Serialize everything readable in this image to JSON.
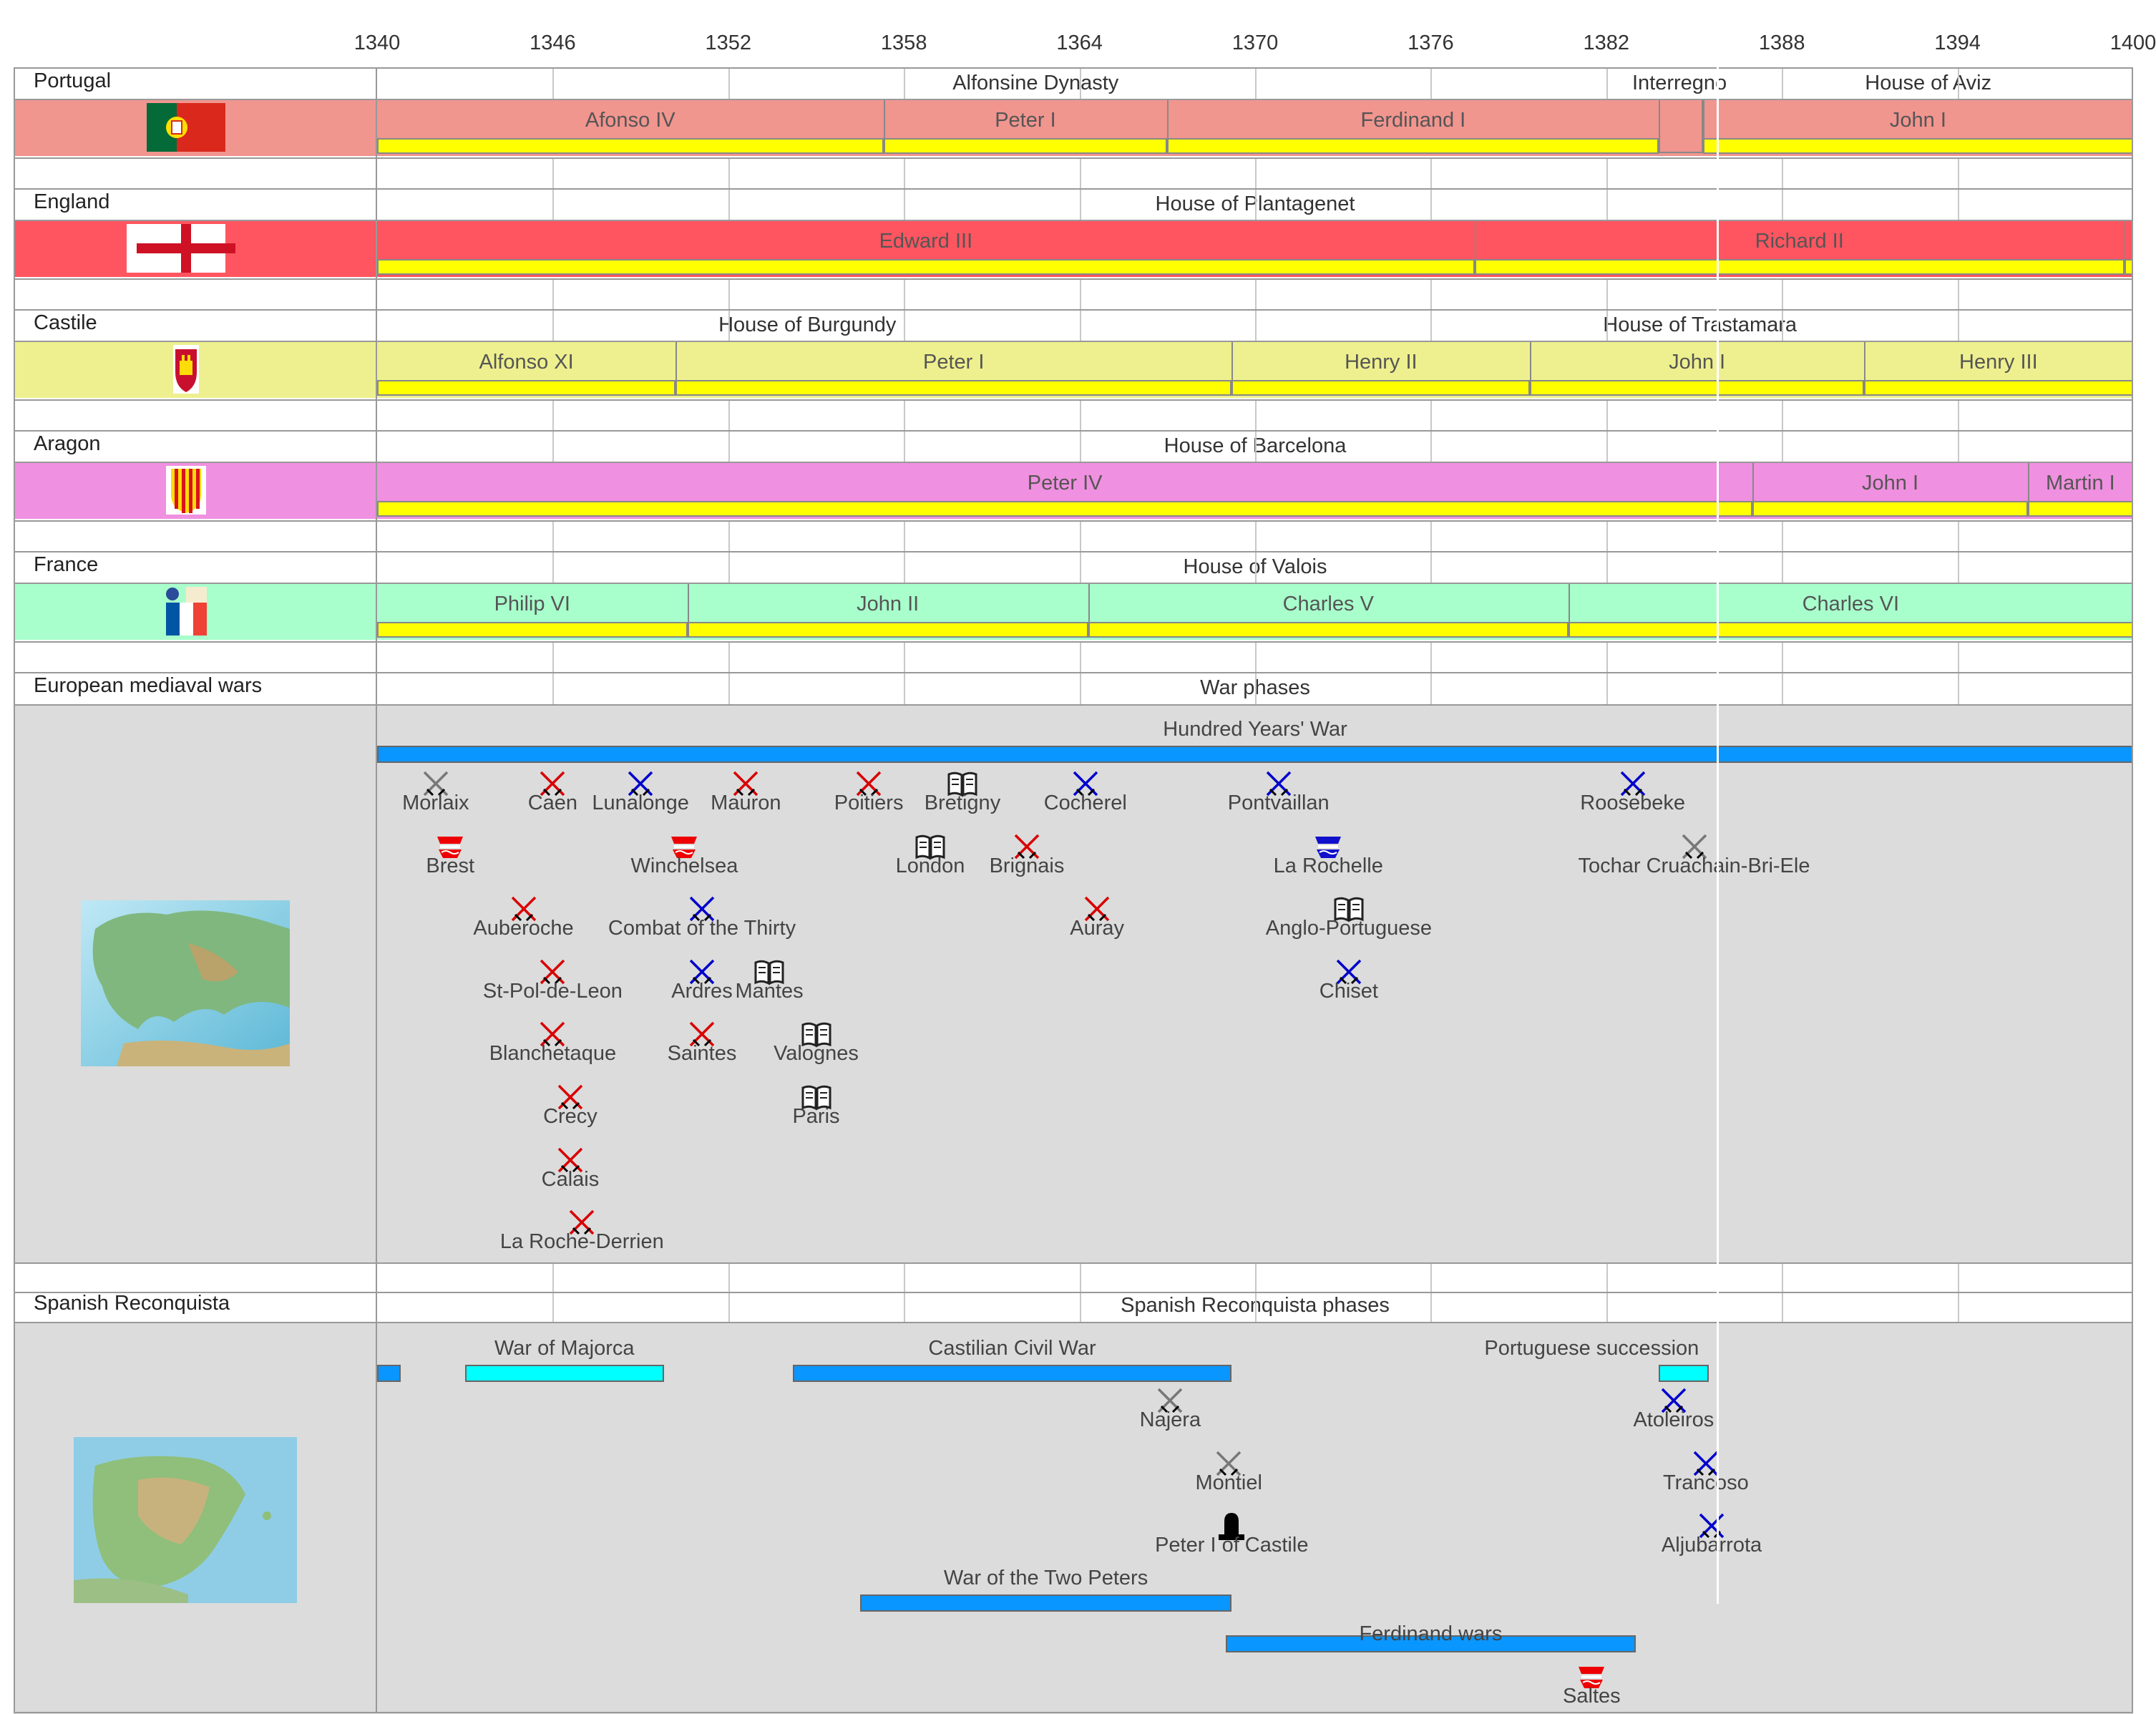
{
  "axis": {
    "ticks": [
      "1340",
      "1346",
      "1352",
      "1358",
      "1364",
      "1370",
      "1376",
      "1382",
      "1388",
      "1394",
      "1400"
    ],
    "start": 1340,
    "end": 1400
  },
  "colors": {
    "portugal": "#f1958f",
    "england": "#ff5560",
    "castile": "#eef08f",
    "aragon": "#f090e0",
    "france": "#a8ffcc",
    "wars_bg": "#dcdcdc",
    "bar_blue": "#0a96ff",
    "bar_cyan": "#00ffff",
    "reign_bar": "#ffff00"
  },
  "countries": [
    {
      "name": "Portugal",
      "flag": "portugal-flag-icon",
      "dynasties": [
        {
          "label": "Alfonsine Dynasty",
          "center": 1362.5
        },
        {
          "label": "Interregno",
          "center": 1384.5
        },
        {
          "label": "House of Aviz",
          "center": 1393
        }
      ],
      "reigns": [
        {
          "label": "Afonso IV",
          "start": 1340,
          "end": 1357.3
        },
        {
          "label": "Peter I",
          "start": 1357.3,
          "end": 1367
        },
        {
          "label": "Ferdinand I",
          "start": 1367,
          "end": 1383.8
        },
        {
          "label": "",
          "start": 1383.8,
          "end": 1385.3
        },
        {
          "label": "John I",
          "start": 1385.3,
          "end": 1400
        }
      ]
    },
    {
      "name": "England",
      "flag": "england-flag-icon",
      "dynasties": [
        {
          "label": "House of Plantagenet",
          "center": 1370
        }
      ],
      "reigns": [
        {
          "label": "Edward III",
          "start": 1340,
          "end": 1377.5
        },
        {
          "label": "Richard II",
          "start": 1377.5,
          "end": 1399.7
        },
        {
          "label": "",
          "start": 1399.7,
          "end": 1400
        }
      ]
    },
    {
      "name": "Castile",
      "flag": "castile-coat-of-arms-icon",
      "dynasties": [
        {
          "label": "House of Burgundy",
          "center": 1354.7
        },
        {
          "label": "House of Trastamara",
          "center": 1385.2
        }
      ],
      "reigns": [
        {
          "label": "Alfonso XI",
          "start": 1340,
          "end": 1350.2
        },
        {
          "label": "Peter I",
          "start": 1350.2,
          "end": 1369.2
        },
        {
          "label": "Henry II",
          "start": 1369.2,
          "end": 1379.4
        },
        {
          "label": "John I",
          "start": 1379.4,
          "end": 1390.8
        },
        {
          "label": "Henry III",
          "start": 1390.8,
          "end": 1400
        }
      ]
    },
    {
      "name": "Aragon",
      "flag": "aragon-coat-of-arms-icon",
      "dynasties": [
        {
          "label": "House of Barcelona",
          "center": 1370
        }
      ],
      "reigns": [
        {
          "label": "Peter IV",
          "start": 1340,
          "end": 1387
        },
        {
          "label": "John I",
          "start": 1387,
          "end": 1396.4
        },
        {
          "label": "Martin I",
          "start": 1396.4,
          "end": 1400
        }
      ]
    },
    {
      "name": "France",
      "flag": "france-flag-icon",
      "dynasties": [
        {
          "label": "House of Valois",
          "center": 1370
        }
      ],
      "reigns": [
        {
          "label": "Philip VI",
          "start": 1340,
          "end": 1350.6
        },
        {
          "label": "John II",
          "start": 1350.6,
          "end": 1364.3
        },
        {
          "label": "Charles V",
          "start": 1364.3,
          "end": 1380.7
        },
        {
          "label": "Charles VI",
          "start": 1380.7,
          "end": 1400
        }
      ]
    }
  ],
  "wars": {
    "row_label": "European mediaval wars",
    "phase_label": "War phases",
    "map_icon": "europe-map-icon",
    "bar": {
      "label": "Hundred Years' War",
      "start": 1340,
      "end": 1400
    },
    "events": [
      {
        "label": "Morlaix",
        "year": 1342,
        "icon": "gray-crossed-swords-icon",
        "row": 0
      },
      {
        "label": "Caen",
        "year": 1346,
        "icon": "red-crossed-swords-icon",
        "row": 0
      },
      {
        "label": "Lunalonge",
        "year": 1349,
        "icon": "blue-crossed-swords-icon",
        "row": 0
      },
      {
        "label": "Mauron",
        "year": 1352.6,
        "icon": "red-crossed-swords-icon",
        "row": 0
      },
      {
        "label": "Poitiers",
        "year": 1356.8,
        "icon": "red-crossed-swords-icon",
        "row": 0
      },
      {
        "label": "Bretigny",
        "year": 1360,
        "icon": "book-icon",
        "row": 0
      },
      {
        "label": "Cocherel",
        "year": 1364.2,
        "icon": "blue-crossed-swords-icon",
        "row": 0
      },
      {
        "label": "Pontvaillan",
        "year": 1370.8,
        "icon": "blue-crossed-swords-icon",
        "row": 0
      },
      {
        "label": "Roosebeke",
        "year": 1382.9,
        "icon": "blue-crossed-swords-icon",
        "row": 0
      },
      {
        "label": "Brest",
        "year": 1342.5,
        "icon": "red-ship-icon",
        "row": 1
      },
      {
        "label": "Winchelsea",
        "year": 1350.5,
        "icon": "red-ship-icon",
        "row": 1
      },
      {
        "label": "London",
        "year": 1358.9,
        "icon": "book-icon",
        "row": 1
      },
      {
        "label": "Brignais",
        "year": 1362.2,
        "icon": "red-crossed-swords-icon",
        "row": 1
      },
      {
        "label": "La Rochelle",
        "year": 1372.5,
        "icon": "blue-ship-icon",
        "row": 1
      },
      {
        "label": "Tochar Cruachain-Bri-Ele",
        "year": 1385,
        "icon": "gray-crossed-swords-icon",
        "row": 1
      },
      {
        "label": "Auberoche",
        "year": 1345,
        "icon": "red-crossed-swords-icon",
        "row": 2
      },
      {
        "label": "Combat of the Thirty",
        "year": 1351.1,
        "icon": "blue-crossed-swords-icon",
        "row": 2
      },
      {
        "label": "Auray",
        "year": 1364.6,
        "icon": "red-crossed-swords-icon",
        "row": 2
      },
      {
        "label": "Anglo-Portuguese",
        "year": 1373.2,
        "icon": "book-icon",
        "row": 2
      },
      {
        "label": "St-Pol-de-Leon",
        "year": 1346,
        "icon": "red-crossed-swords-icon",
        "row": 3
      },
      {
        "label": "Ardres",
        "year": 1351.1,
        "icon": "blue-crossed-swords-icon",
        "row": 3
      },
      {
        "label": "Mantes",
        "year": 1353.4,
        "icon": "book-icon",
        "row": 3
      },
      {
        "label": "Chiset",
        "year": 1373.2,
        "icon": "blue-crossed-swords-icon",
        "row": 3
      },
      {
        "label": "Blanchetaque",
        "year": 1346,
        "icon": "red-crossed-swords-icon",
        "row": 4
      },
      {
        "label": "Saintes",
        "year": 1351.1,
        "icon": "red-crossed-swords-icon",
        "row": 4
      },
      {
        "label": "Valognes",
        "year": 1355,
        "icon": "book-icon",
        "row": 4
      },
      {
        "label": "Crecy",
        "year": 1346.6,
        "icon": "red-crossed-swords-icon",
        "row": 5
      },
      {
        "label": "Paris",
        "year": 1355,
        "icon": "book-icon",
        "row": 5
      },
      {
        "label": "Calais",
        "year": 1346.6,
        "icon": "red-crossed-swords-icon",
        "row": 6
      },
      {
        "label": "La Roche-Derrien",
        "year": 1347,
        "icon": "red-crossed-swords-icon",
        "row": 7
      }
    ]
  },
  "reconquista": {
    "row_label": "Spanish Reconquista",
    "phase_label": "Spanish Reconquista phases",
    "map_icon": "iberia-map-icon",
    "bars": [
      {
        "label": "",
        "start": 1340,
        "end": 1340.8,
        "row": 0,
        "color": "blue"
      },
      {
        "label": "War of Majorca",
        "start": 1343,
        "end": 1349.8,
        "row": 0,
        "color": "cyan"
      },
      {
        "label": "Castilian Civil War",
        "start": 1354.2,
        "end": 1369.2,
        "row": 0,
        "color": "blue"
      },
      {
        "label": "Portuguese succession",
        "start": 1383.8,
        "end": 1385.5,
        "row": 0,
        "color": "cyan"
      },
      {
        "label": "War of the Two Peters",
        "start": 1356.5,
        "end": 1369.2,
        "row": 1,
        "color": "blue"
      },
      {
        "label": "Ferdinand wars",
        "start": 1369,
        "end": 1383,
        "row": 2,
        "color": "blue"
      }
    ],
    "events": [
      {
        "label": "Najera",
        "year": 1367.1,
        "icon": "gray-crossed-swords-icon",
        "row": 0
      },
      {
        "label": "Atoleiros",
        "year": 1384.3,
        "icon": "blue-crossed-swords-icon",
        "row": 0
      },
      {
        "label": "Montiel",
        "year": 1369.1,
        "icon": "gray-crossed-swords-icon",
        "row": 1
      },
      {
        "label": "Trancoso",
        "year": 1385.4,
        "icon": "blue-crossed-swords-icon",
        "row": 1
      },
      {
        "label": "Peter I of Castile",
        "year": 1369.2,
        "icon": "tombstone-icon",
        "row": 2
      },
      {
        "label": "Aljubarrota",
        "year": 1385.6,
        "icon": "blue-crossed-swords-icon",
        "row": 2
      },
      {
        "label": "Saltes",
        "year": 1381.5,
        "icon": "red-ship-icon",
        "row": 3
      }
    ]
  }
}
